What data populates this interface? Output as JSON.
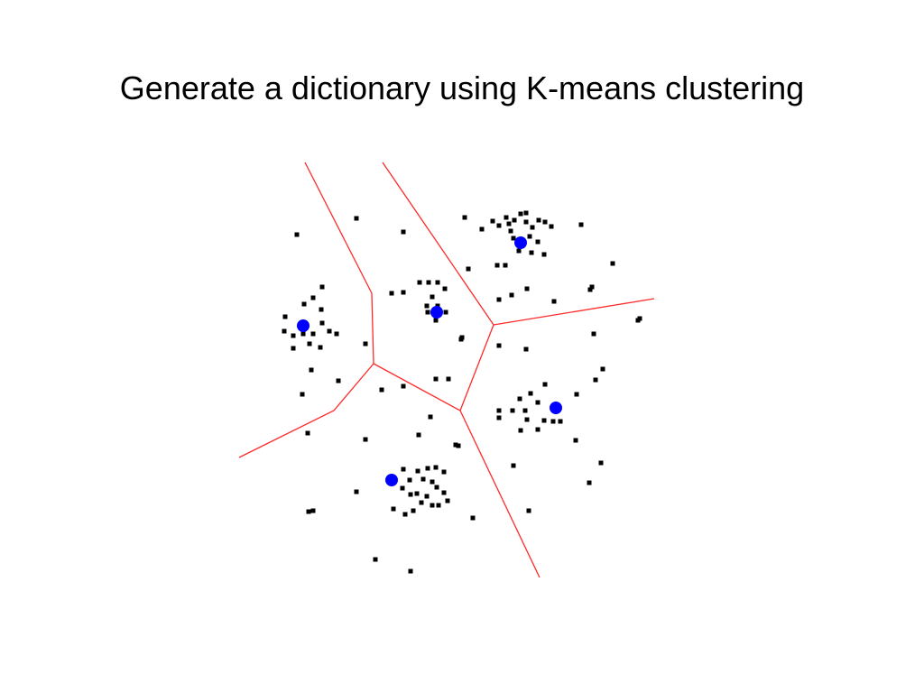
{
  "slide": {
    "title": "Generate a dictionary using K-means clustering"
  },
  "colors": {
    "background": "#ffffff",
    "boundary": "#ff2a2a",
    "data_point": "#000000",
    "centroid": "#0000ff"
  },
  "diagram": {
    "description_visible": false,
    "elements": {
      "boundary_lines": "red Voronoi cell boundaries",
      "data_points": "black square samples",
      "centroids": "blue circular cluster centers"
    }
  }
}
